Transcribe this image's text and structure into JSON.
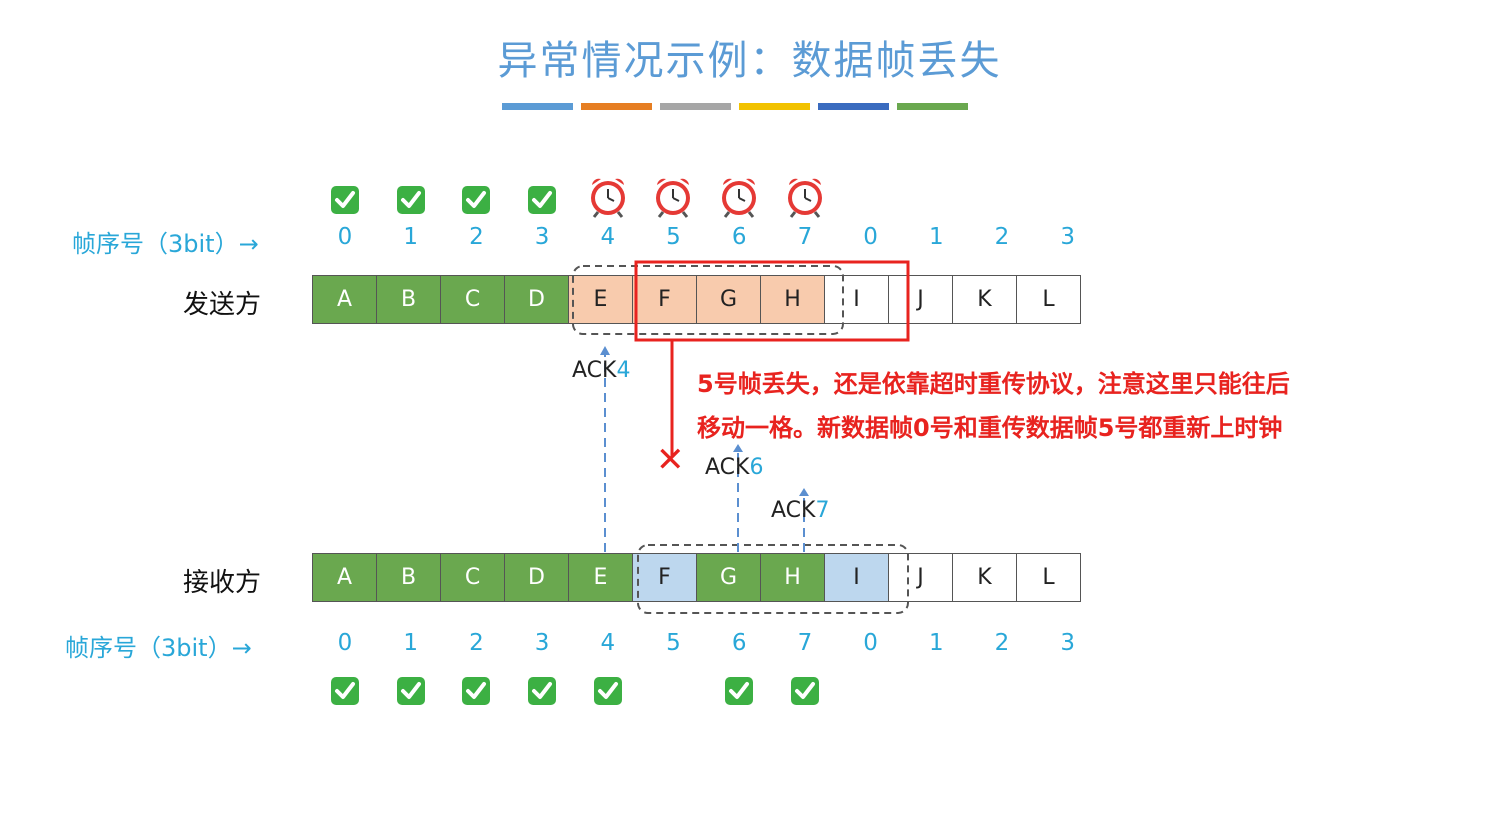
{
  "title": "异常情况示例：数据帧丢失",
  "title_bar_colors": [
    "#5b9bd5",
    "#e67e22",
    "#a6a6a6",
    "#f2c200",
    "#3a6bbf",
    "#6aa84f"
  ],
  "sender": {
    "label": "发送方",
    "seq_label": "帧序号（3bit）→",
    "seq_numbers": [
      "0",
      "1",
      "2",
      "3",
      "4",
      "5",
      "6",
      "7",
      "0",
      "1",
      "2",
      "3"
    ],
    "frames": [
      "A",
      "B",
      "C",
      "D",
      "E",
      "F",
      "G",
      "H",
      "I",
      "J",
      "K",
      "L"
    ],
    "states": [
      "acked",
      "acked",
      "acked",
      "acked",
      "timer",
      "timer",
      "timer",
      "timer",
      "window",
      "none",
      "none",
      "none"
    ],
    "window_label": "",
    "highlight_box": "F-I"
  },
  "receiver": {
    "label": "接收方",
    "seq_label": "帧序号（3bit）→",
    "seq_numbers": [
      "0",
      "1",
      "2",
      "3",
      "4",
      "5",
      "6",
      "7",
      "0",
      "1",
      "2",
      "3"
    ],
    "frames": [
      "A",
      "B",
      "C",
      "D",
      "E",
      "F",
      "G",
      "H",
      "I",
      "J",
      "K",
      "L"
    ],
    "states": [
      "received",
      "received",
      "received",
      "received",
      "received",
      "buffer",
      "received",
      "received",
      "buffer",
      "none",
      "none",
      "none"
    ]
  },
  "acks": [
    {
      "prefix": "ACK",
      "number": "4"
    },
    {
      "prefix": "ACK",
      "number": "6"
    },
    {
      "prefix": "ACK",
      "number": "7"
    }
  ],
  "lost_mark": "✕",
  "note": {
    "line1": "5号帧丢失，还是依靠超时重传协议，注意这里只能往后",
    "line2": "移动一格。新数据帧0号和重传数据帧5号都重新上时钟"
  },
  "icons": {
    "check": "check-icon",
    "clock": "alarm-clock-icon"
  }
}
